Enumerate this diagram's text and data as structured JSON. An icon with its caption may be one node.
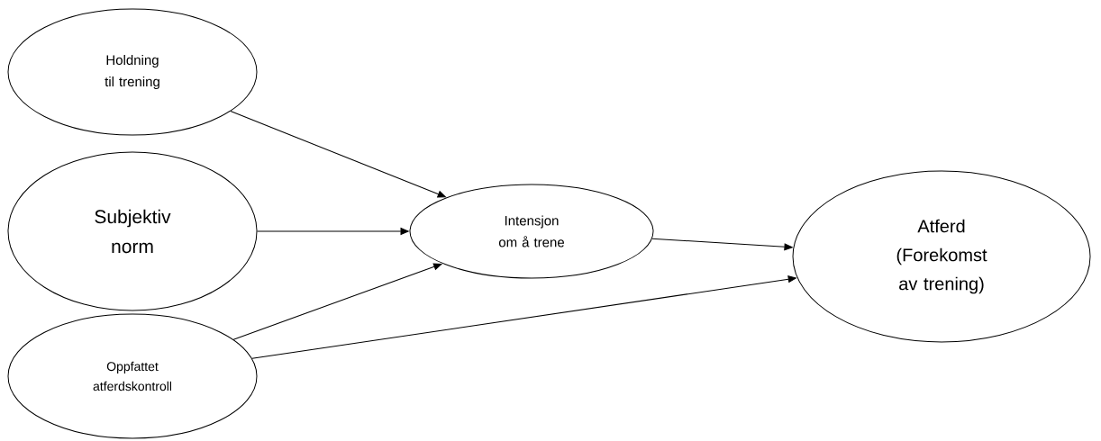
{
  "diagram": {
    "nodes": [
      {
        "text": [
          "Holdning til trening"
        ]
      },
      {
        "text": [
          "Subjektiv norm"
        ]
      },
      {
        "text": [
          "Oppfattet atferdskontroll"
        ]
      },
      {
        "text": [
          "Intensjon om å trene"
        ]
      },
      {
        "text": [
          "Atferd (Forekomst av trening)"
        ]
      }
    ],
    "edges": [
      {
        "from": 0,
        "to": 3,
        "arrow": "to"
      },
      {
        "from": 1,
        "to": 3,
        "arrow": "to"
      },
      {
        "from": 2,
        "to": 3,
        "arrow": "to"
      },
      {
        "from": 3,
        "to": 4,
        "arrow": "to"
      },
      {
        "from": 2,
        "to": 4,
        "arrow": "to"
      }
    ]
  }
}
